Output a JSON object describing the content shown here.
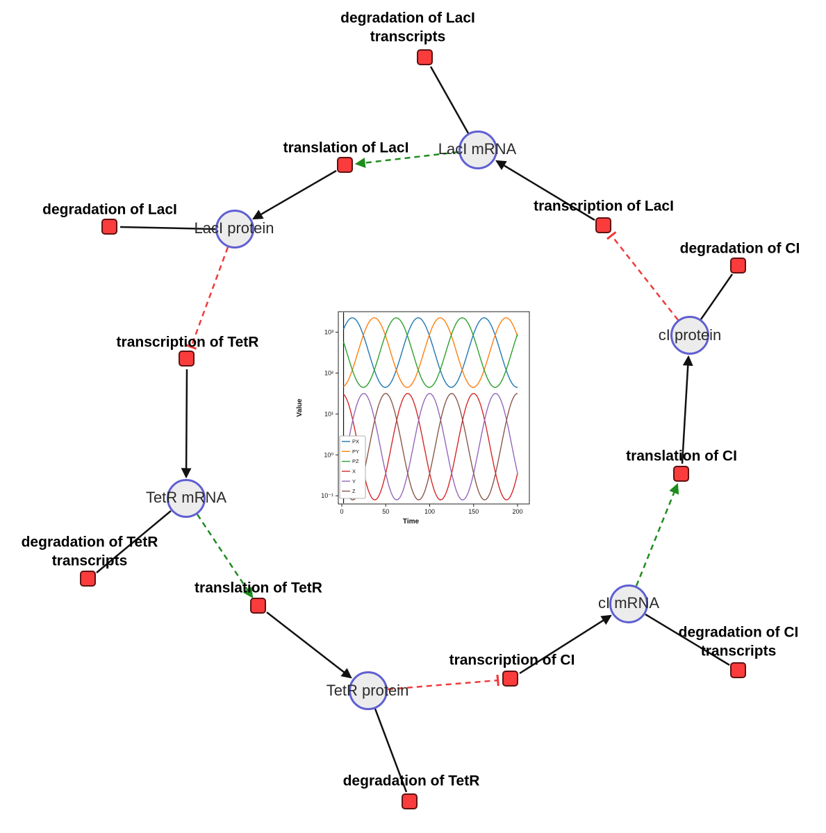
{
  "diagram": {
    "title": "repressilator reaction network",
    "colors": {
      "species_fill": "#ececec",
      "species_border": "#5f5fd3",
      "reaction_fill": "#fa3c3c",
      "reaction_border": "#5e1212",
      "reaction_edge": "#111111",
      "activation_edge": "#1e8c1e",
      "inhibition_edge": "#f03b3b"
    },
    "species": [
      {
        "label": "LacI mRNA"
      },
      {
        "label": "LacI protein"
      },
      {
        "label": "TetR mRNA"
      },
      {
        "label": "TetR protein"
      },
      {
        "label": "cI mRNA"
      },
      {
        "label": "cI protein"
      }
    ],
    "reactions": [
      {
        "label": "degradation of LacI transcripts"
      },
      {
        "label": "translation of LacI"
      },
      {
        "label": "transcription of LacI"
      },
      {
        "label": "degradation of LacI"
      },
      {
        "label": "degradation of CI"
      },
      {
        "label": "transcription of TetR"
      },
      {
        "label": "degradation of TetR transcripts"
      },
      {
        "label": "translation of TetR"
      },
      {
        "label": "translation of CI"
      },
      {
        "label": "transcription of CI"
      },
      {
        "label": "degradation of CI transcripts"
      },
      {
        "label": "degradation of TetR"
      }
    ]
  },
  "chart_data": {
    "type": "line",
    "title": "",
    "xlabel": "Time",
    "ylabel": "Value",
    "x_ticks": [
      0,
      50,
      100,
      150,
      200
    ],
    "y_tick_labels": [
      "10⁻¹",
      "10⁰",
      "10¹",
      "10²",
      "10³"
    ],
    "y_tick_exponents": [
      -1,
      0,
      1,
      2,
      3
    ],
    "xlim": [
      0,
      213
    ],
    "ylog_lim": [
      -1.2,
      3.5
    ],
    "grid": false,
    "legend_position": "center-left",
    "transient_line_t": 2,
    "series": [
      {
        "name": "PX",
        "color": "#1f77b4",
        "center_log": 2.5,
        "amp_log": 0.85,
        "period": 75,
        "peak_t": 12
      },
      {
        "name": "PY",
        "color": "#ff7f0e",
        "center_log": 2.5,
        "amp_log": 0.85,
        "period": 75,
        "peak_t": 37
      },
      {
        "name": "PZ",
        "color": "#2ca02c",
        "center_log": 2.5,
        "amp_log": 0.85,
        "period": 75,
        "peak_t": 62
      },
      {
        "name": "X",
        "color": "#d62728",
        "center_log": 0.2,
        "amp_log": 1.3,
        "period": 75,
        "peak_t": 75
      },
      {
        "name": "Y",
        "color": "#9467bd",
        "center_log": 0.2,
        "amp_log": 1.3,
        "period": 75,
        "peak_t": 100
      },
      {
        "name": "Z",
        "color": "#8c564b",
        "center_log": 0.2,
        "amp_log": 1.3,
        "period": 75,
        "peak_t": 125
      }
    ]
  }
}
